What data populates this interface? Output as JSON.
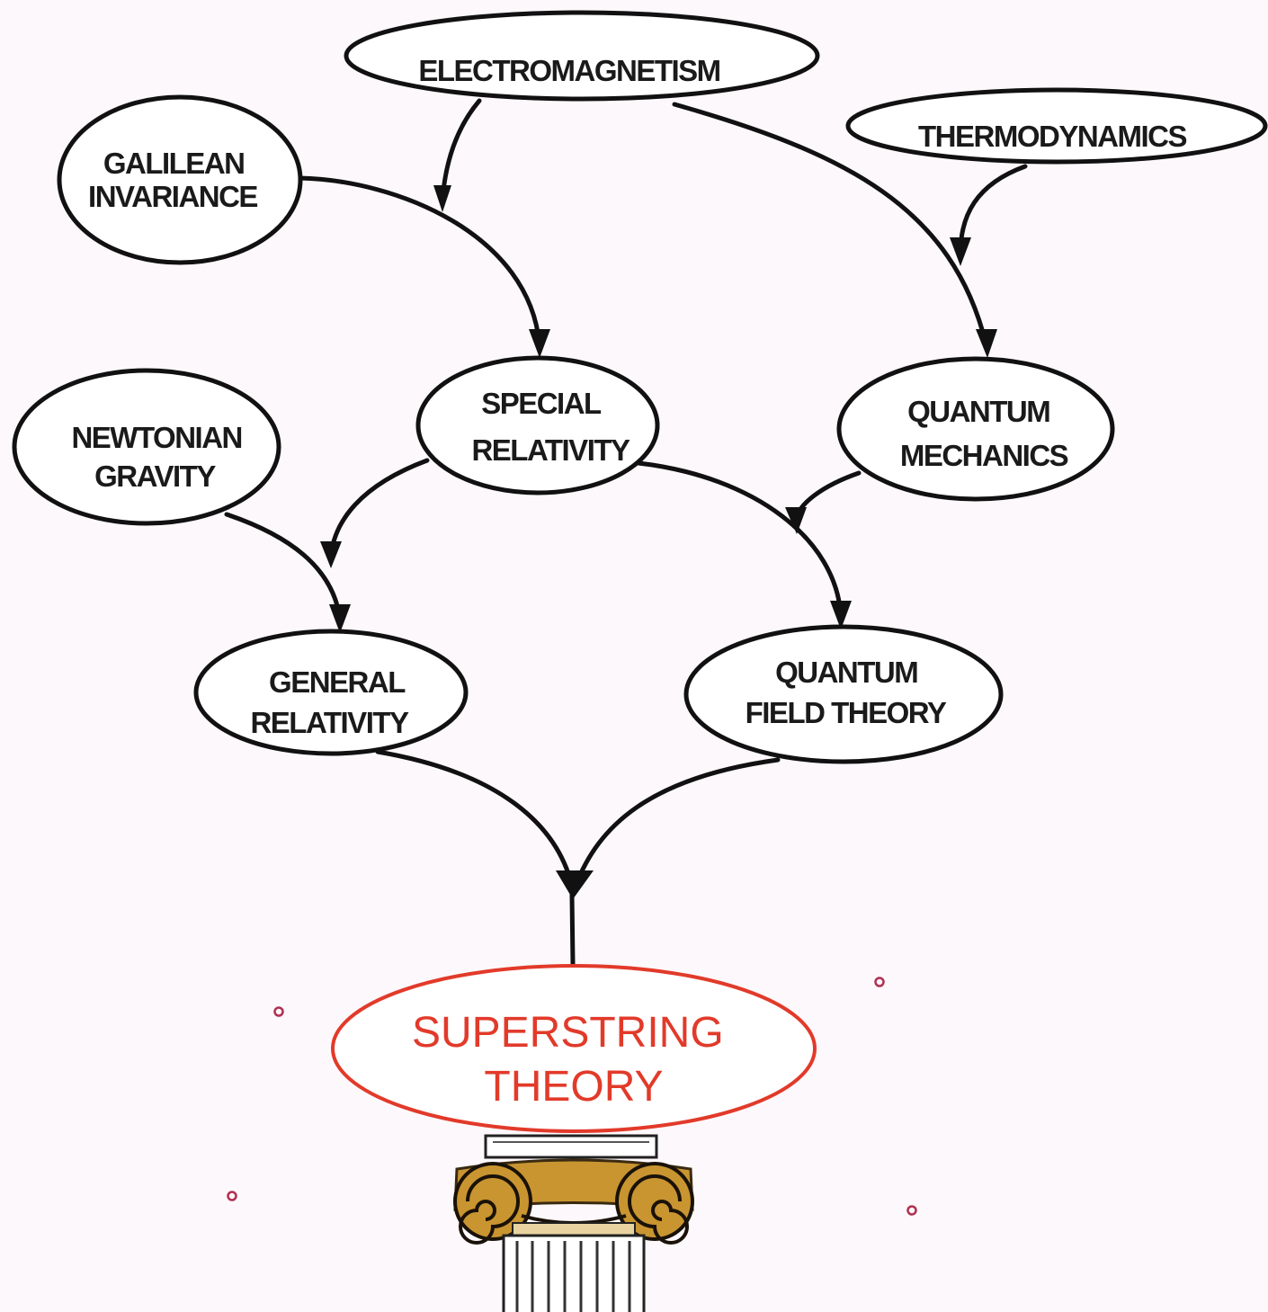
{
  "colors": {
    "background": "#fdf8fb",
    "node_stroke": "#111111",
    "highlight": "#e23a2a",
    "column_gold": "#c99530"
  },
  "nodes": {
    "electromagnetism": {
      "lines": [
        "ELECTROMAGNETISM"
      ]
    },
    "thermodynamics": {
      "lines": [
        "THERMODYNAMICS"
      ]
    },
    "galilean_invariance": {
      "lines": [
        "GALILEAN",
        "INVARIANCE"
      ]
    },
    "special_relativity": {
      "lines": [
        "SPECIAL",
        "RELATIVITY"
      ]
    },
    "quantum_mechanics": {
      "lines": [
        "QUANTUM",
        "MECHANICS"
      ]
    },
    "newtonian_gravity": {
      "lines": [
        "NEWTONIAN",
        "GRAVITY"
      ]
    },
    "general_relativity": {
      "lines": [
        "GENERAL",
        "RELATIVITY"
      ]
    },
    "quantum_field_theory": {
      "lines": [
        "QUANTUM",
        "FIELD THEORY"
      ]
    },
    "superstring_theory": {
      "lines": [
        "SUPERSTRING",
        "THEORY"
      ]
    }
  },
  "edges": [
    {
      "from": "electromagnetism",
      "to": "special_relativity"
    },
    {
      "from": "galilean_invariance",
      "to": "special_relativity"
    },
    {
      "from": "electromagnetism",
      "to": "quantum_mechanics"
    },
    {
      "from": "thermodynamics",
      "to": "quantum_mechanics"
    },
    {
      "from": "special_relativity",
      "to": "general_relativity"
    },
    {
      "from": "newtonian_gravity",
      "to": "general_relativity"
    },
    {
      "from": "special_relativity",
      "to": "quantum_field_theory"
    },
    {
      "from": "quantum_mechanics",
      "to": "quantum_field_theory"
    },
    {
      "from": "general_relativity",
      "to": "superstring_theory"
    },
    {
      "from": "quantum_field_theory",
      "to": "superstring_theory"
    }
  ],
  "column_icon": "ionic-column-icon"
}
